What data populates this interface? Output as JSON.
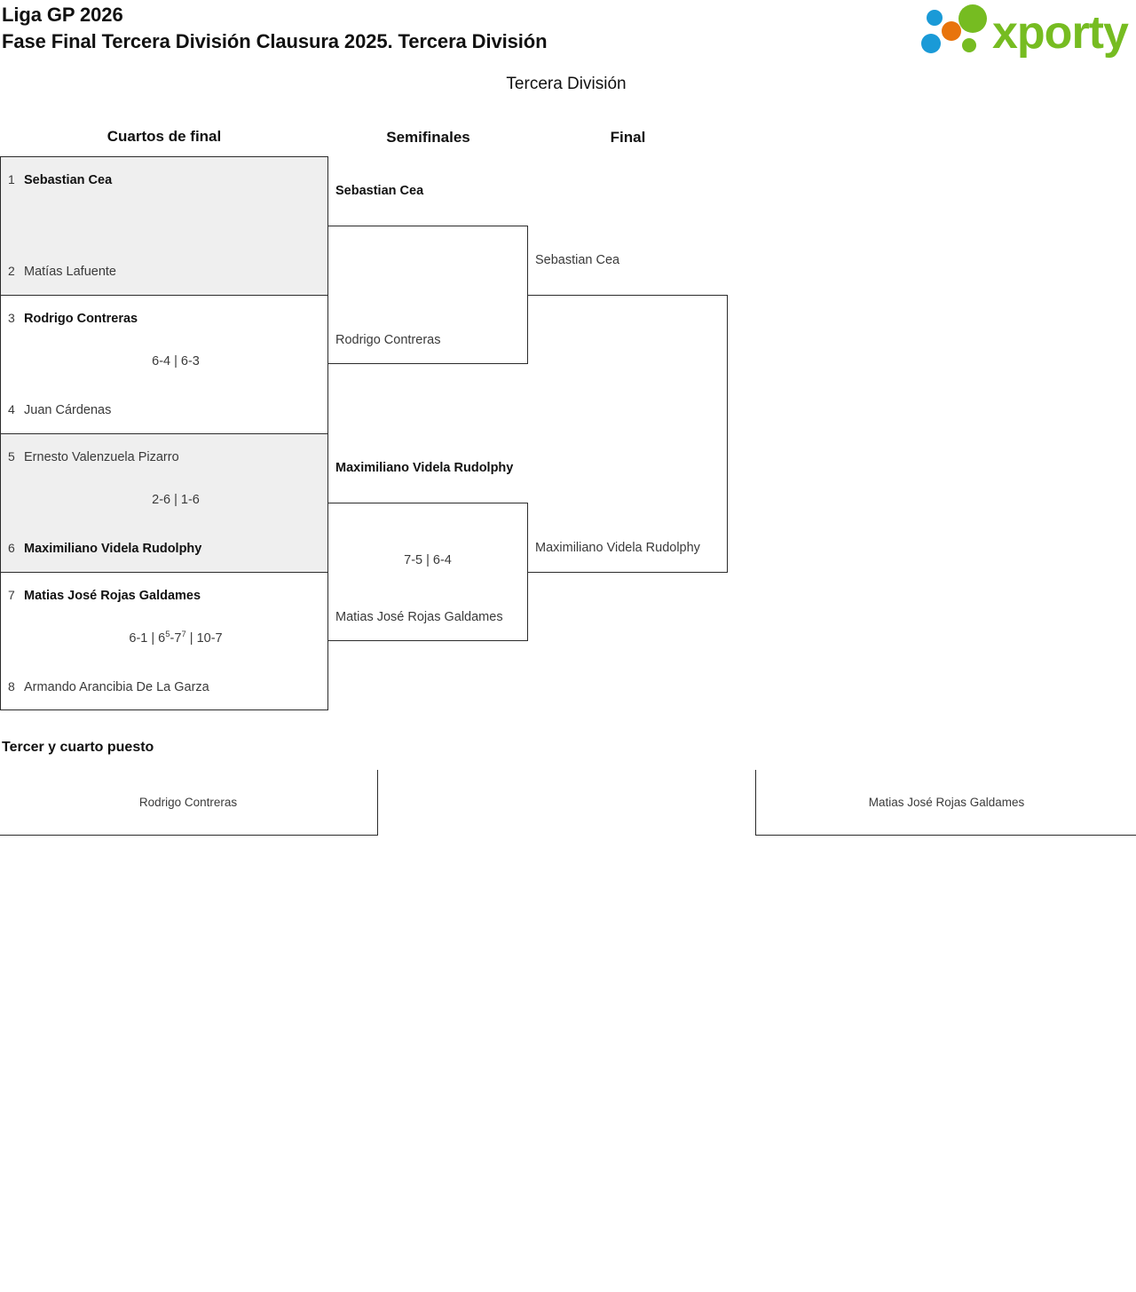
{
  "header": {
    "title_line1": "Liga GP 2026",
    "title_line2": "Fase Final Tercera División Clausura 2025. Tercera División",
    "logo_text": "xporty",
    "logo_colors": {
      "green": "#76bc21",
      "orange": "#e8740c",
      "blue": "#1a9ad7"
    }
  },
  "division_title": "Tercera División",
  "rounds": [
    {
      "label": "Cuartos de final"
    },
    {
      "label": "Semifinales"
    },
    {
      "label": "Final"
    }
  ],
  "quarterfinals": [
    {
      "top": {
        "seed": "1",
        "name": "Sebastian Cea",
        "winner": true
      },
      "bottom": {
        "seed": "2",
        "name": "Matías Lafuente",
        "winner": false
      },
      "score": "",
      "shaded": true
    },
    {
      "top": {
        "seed": "3",
        "name": "Rodrigo Contreras",
        "winner": true
      },
      "bottom": {
        "seed": "4",
        "name": "Juan Cárdenas",
        "winner": false
      },
      "score": "6-4 | 6-3",
      "shaded": false
    },
    {
      "top": {
        "seed": "5",
        "name": "Ernesto Valenzuela Pizarro",
        "winner": false
      },
      "bottom": {
        "seed": "6",
        "name": "Maximiliano Videla Rudolphy",
        "winner": true
      },
      "score": "2-6 | 1-6",
      "shaded": true
    },
    {
      "top": {
        "seed": "7",
        "name": "Matias José Rojas Galdames",
        "winner": true
      },
      "bottom": {
        "seed": "8",
        "name": "Armando Arancibia De La Garza",
        "winner": false
      },
      "score_html": "6-1 | 6<sup>5</sup>-7<sup>7</sup> | 10-7",
      "score": "6-1 | 65-77 | 10-7",
      "shaded": false
    }
  ],
  "semifinals": [
    {
      "top": {
        "name": "Sebastian Cea",
        "winner": true
      },
      "bottom": {
        "name": "Rodrigo Contreras",
        "winner": false
      },
      "score": ""
    },
    {
      "top": {
        "name": "Maximiliano Videla Rudolphy",
        "winner": true
      },
      "bottom": {
        "name": "Matias José Rojas Galdames",
        "winner": false
      },
      "score": "7-5 | 6-4"
    }
  ],
  "final": {
    "top": {
      "name": "Sebastian Cea",
      "winner": false
    },
    "bottom": {
      "name": "Maximiliano Videla Rudolphy",
      "winner": false
    },
    "score": ""
  },
  "third_place": {
    "title": "Tercer y cuarto puesto",
    "left_name": "Rodrigo Contreras",
    "right_name": "Matias José Rojas Galdames"
  }
}
